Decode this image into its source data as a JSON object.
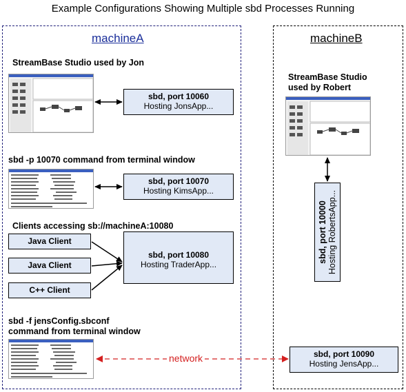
{
  "title": "Example Configurations Showing Multiple sbd Processes Running",
  "machineA": {
    "label": "machineA",
    "studio_caption": "StreamBase Studio used by Jon",
    "studio_box": {
      "line1": "sbd, port 10060",
      "line2": "Hosting JonsApp..."
    },
    "terminal_caption": "sbd -p 10070 command from terminal window",
    "terminal_box": {
      "line1": "sbd, port 10070",
      "line2": "Hosting KimsApp..."
    },
    "clients_caption": "Clients accessing sb://machineA:10080",
    "clients": [
      "Java Client",
      "Java Client",
      "C++ Client"
    ],
    "clients_box": {
      "line1": "sbd, port 10080",
      "line2": "Hosting TraderApp..."
    },
    "config_caption_line1": "sbd -f jensConfig.sbconf",
    "config_caption_line2": "command from terminal window"
  },
  "machineB": {
    "label": "machineB",
    "studio_caption_line1": "StreamBase Studio",
    "studio_caption_line2": "used by Robert",
    "vertical_box": {
      "line1": "sbd, port 10000",
      "line2": "Hosting RobertsApp..."
    },
    "network_box": {
      "line1": "sbd, port 10090",
      "line2": "Hosting JensApp..."
    }
  },
  "network_label": "network",
  "colors": {
    "box_fill": "#e1e9f6",
    "network_arrow": "#d42020",
    "machineA_label": "#1a2e9a"
  }
}
